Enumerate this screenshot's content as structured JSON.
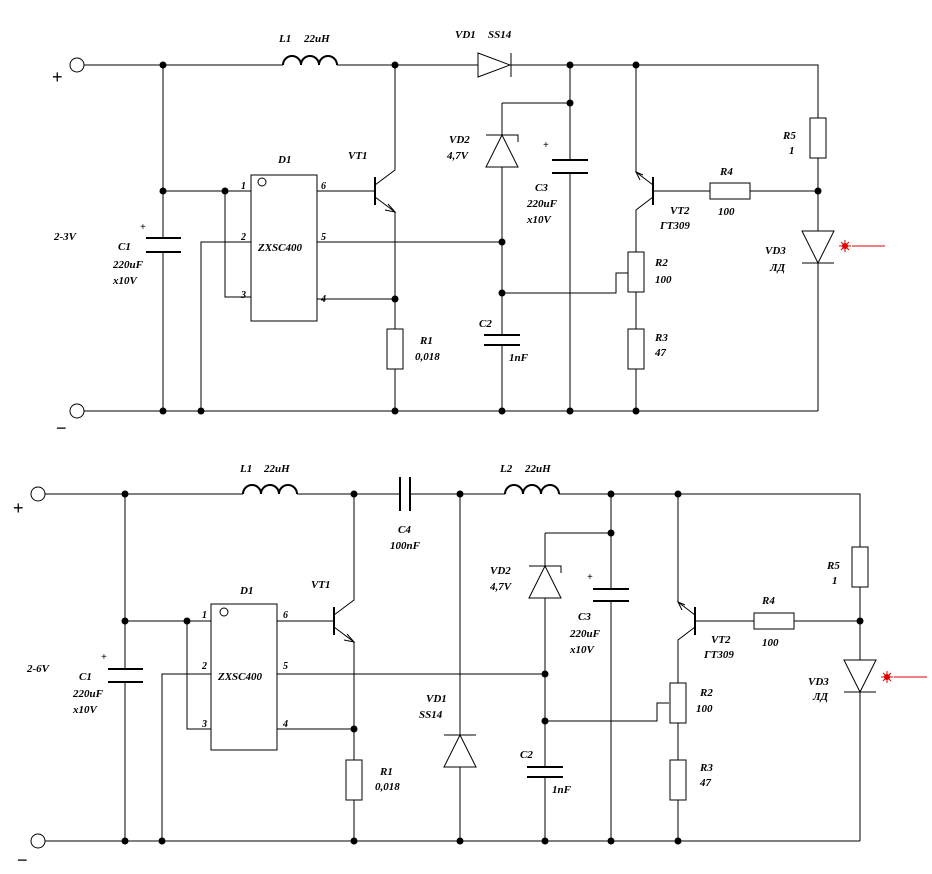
{
  "circuit1": {
    "terminal_plus": "+",
    "terminal_minus": "−",
    "supply_voltage": "2-3V",
    "L1": {
      "ref": "L1",
      "value": "22uH"
    },
    "VD1": {
      "ref": "VD1",
      "value": "SS14"
    },
    "D1": {
      "ref": "D1",
      "part": "ZXSC400",
      "pins": [
        "1",
        "2",
        "3",
        "4",
        "5",
        "6"
      ]
    },
    "VT1": {
      "ref": "VT1"
    },
    "VT2": {
      "ref": "VT2",
      "value": "ГТ309"
    },
    "VD2": {
      "ref": "VD2",
      "value": "4,7V"
    },
    "VD3": {
      "ref": "VD3",
      "value": "ЛД"
    },
    "C1": {
      "ref": "C1",
      "value": "220uF",
      "rating": "x10V"
    },
    "C2": {
      "ref": "C2",
      "value": "1nF"
    },
    "C3": {
      "ref": "C3",
      "value": "220uF",
      "rating": "x10V"
    },
    "R1": {
      "ref": "R1",
      "value": "0,018"
    },
    "R2": {
      "ref": "R2",
      "value": "100"
    },
    "R3": {
      "ref": "R3",
      "value": "47"
    },
    "R4": {
      "ref": "R4",
      "value": "100"
    },
    "R5": {
      "ref": "R5",
      "value": "1"
    }
  },
  "circuit2": {
    "terminal_plus": "+",
    "terminal_minus": "−",
    "supply_voltage": "2-6V",
    "L1": {
      "ref": "L1",
      "value": "22uH"
    },
    "L2": {
      "ref": "L2",
      "value": "22uH"
    },
    "C4": {
      "ref": "C4",
      "value": "100nF"
    },
    "VD1": {
      "ref": "VD1",
      "value": "SS14"
    },
    "D1": {
      "ref": "D1",
      "part": "ZXSC400",
      "pins": [
        "1",
        "2",
        "3",
        "4",
        "5",
        "6"
      ]
    },
    "VT1": {
      "ref": "VT1"
    },
    "VT2": {
      "ref": "VT2",
      "value": "ГТ309"
    },
    "VD2": {
      "ref": "VD2",
      "value": "4,7V"
    },
    "VD3": {
      "ref": "VD3",
      "value": "ЛД"
    },
    "C1": {
      "ref": "C1",
      "value": "220uF",
      "rating": "x10V"
    },
    "C2": {
      "ref": "C2",
      "value": "1nF"
    },
    "C3": {
      "ref": "C3",
      "value": "220uF",
      "rating": "x10V"
    },
    "R1": {
      "ref": "R1",
      "value": "0,018"
    },
    "R2": {
      "ref": "R2",
      "value": "100"
    },
    "R3": {
      "ref": "R3",
      "value": "47"
    },
    "R4": {
      "ref": "R4",
      "value": "100"
    },
    "R5": {
      "ref": "R5",
      "value": "1"
    }
  },
  "colors": {
    "wire": "#000000",
    "laser_beam": "#e00000",
    "background": "#ffffff"
  }
}
